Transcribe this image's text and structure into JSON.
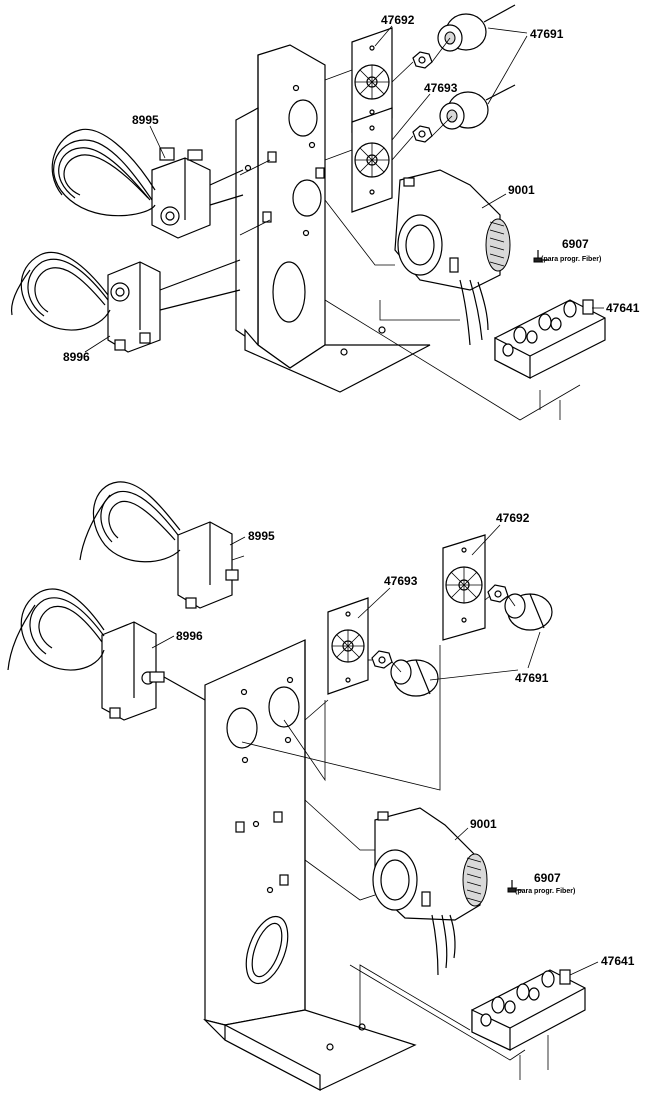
{
  "top_assembly": {
    "labels": {
      "p47692": "47692",
      "p47691": "47691",
      "p47693": "47693",
      "p8995": "8995",
      "p9001": "9001",
      "p6907": "6907",
      "p6907_note": "(para progr. Fiber)",
      "p47641": "47641",
      "p8996": "8996"
    }
  },
  "bottom_assembly": {
    "labels": {
      "p8995": "8995",
      "p47692": "47692",
      "p47693": "47693",
      "p8996": "8996",
      "p47691": "47691",
      "p9001": "9001",
      "p6907": "6907",
      "p6907_note": "(para progr. Fiber)",
      "p47641": "47641"
    }
  }
}
